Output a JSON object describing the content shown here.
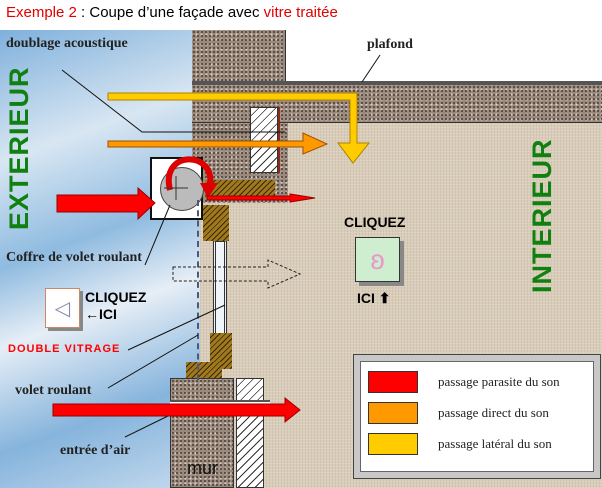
{
  "title": {
    "prefix": "Exemple 2",
    "middle": " : Coupe d’une façade avec ",
    "suffix": "vitre traitée"
  },
  "labels": {
    "doublage": "doublage acoustique",
    "plafond": "plafond",
    "exterieur": "EXTERIEUR",
    "interieur": "INTERIEUR",
    "coffre": "Coffre de volet roulant",
    "double_vitrage": "DOUBLE VITRAGE",
    "volet": "volet roulant",
    "entree_air": "entrée d’air",
    "mur": "mur"
  },
  "listen_left": {
    "cliquez": "CLIQUEZ",
    "ici": "←ICI",
    "icon": "speaker-icon"
  },
  "listen_right": {
    "cliquez": "CLIQUEZ",
    "ici": "ICI ⬆",
    "icon": "ear-icon"
  },
  "legend": [
    {
      "label": "passage parasite du son",
      "color": "#ff0000"
    },
    {
      "label": "passage direct du son",
      "color": "#ff9900"
    },
    {
      "label": "passage latéral du son",
      "color": "#ffcc00"
    }
  ]
}
